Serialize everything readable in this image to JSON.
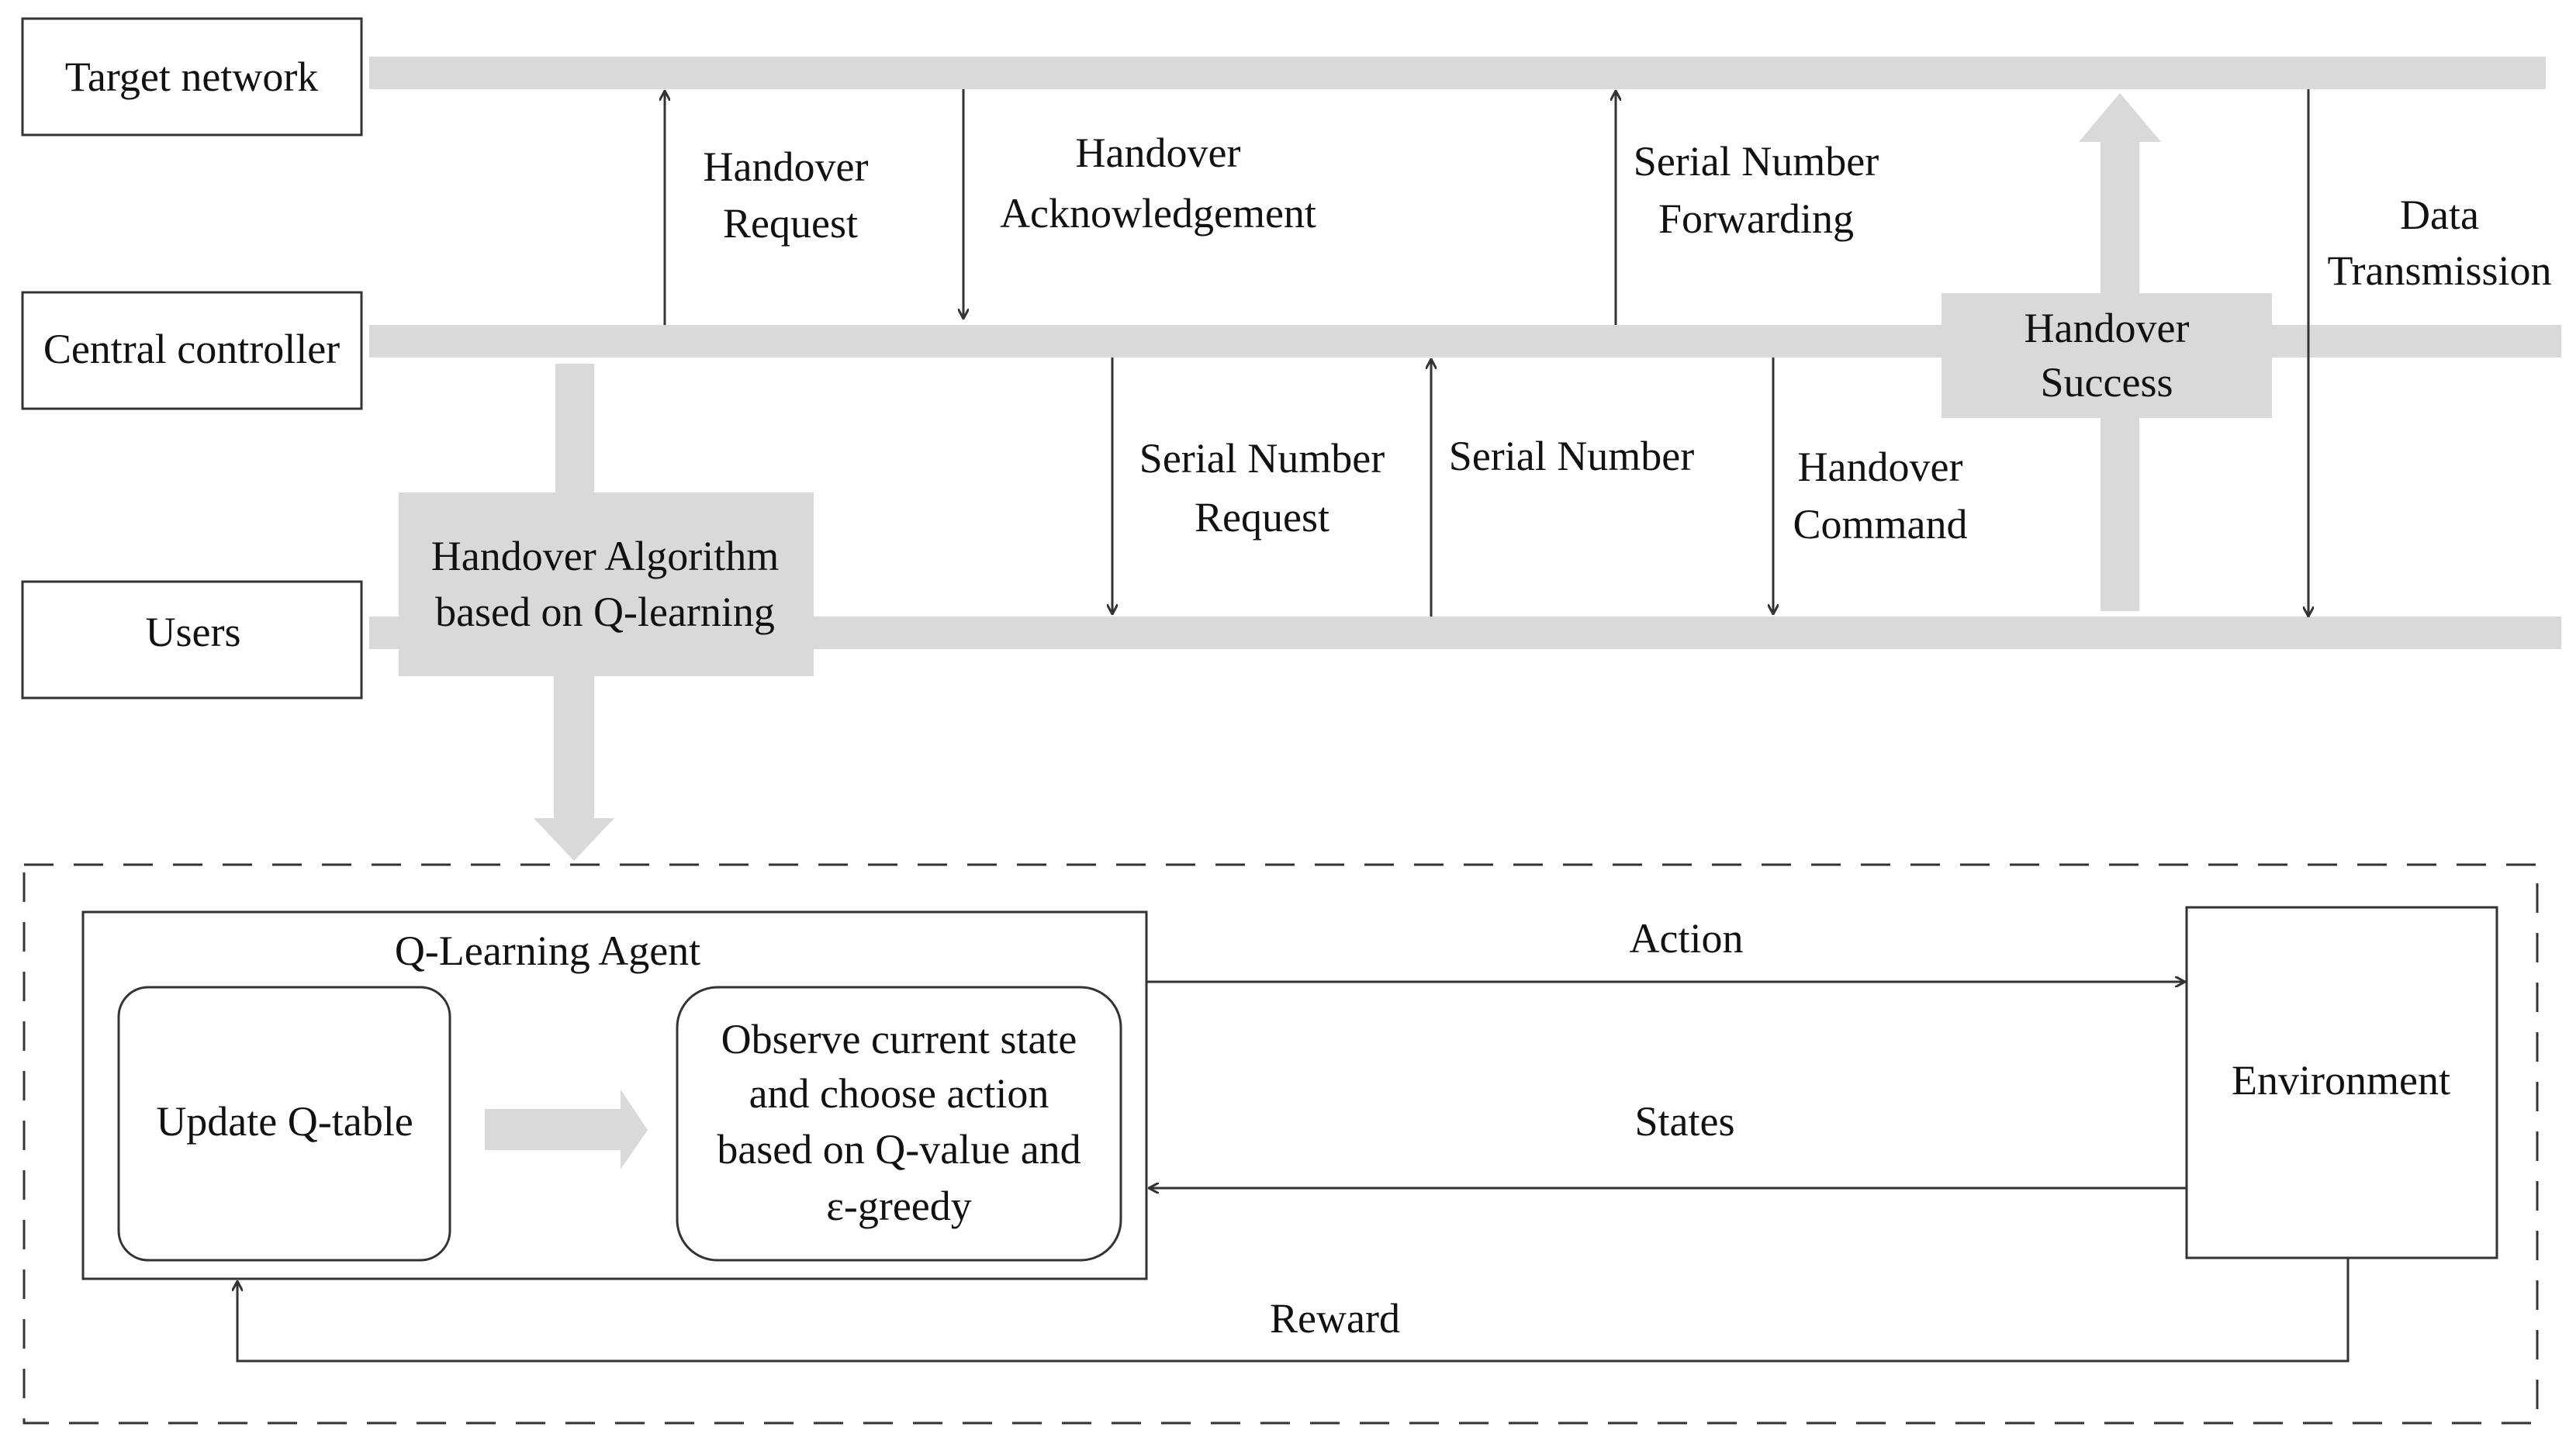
{
  "entities": {
    "target_network": "Target network",
    "central_controller": "Central controller",
    "users": "Users"
  },
  "messages": {
    "handover_request": [
      "Handover",
      "Request"
    ],
    "handover_ack": [
      "Handover",
      "Acknowledgement"
    ],
    "serial_number_forwarding": [
      "Serial Number",
      "Forwarding"
    ],
    "data_transmission": [
      "Data",
      "Transmission"
    ],
    "serial_number_request": [
      "Serial Number",
      "Request"
    ],
    "serial_number": "Serial Number",
    "handover_command": [
      "Handover",
      "Command"
    ]
  },
  "boxes": {
    "handover_success": [
      "Handover",
      "Success"
    ],
    "handover_algorithm": [
      "Handover Algorithm",
      "based on Q-learning"
    ]
  },
  "qlearning": {
    "agent_title": "Q-Learning Agent",
    "update_qtable": "Update Q-table",
    "observe": [
      "Observe current state",
      "and choose action",
      "based on Q-value and",
      "ε-greedy"
    ],
    "environment": "Environment",
    "action": "Action",
    "states": "States",
    "reward": "Reward"
  },
  "colors": {
    "lane": "#d9d9d9",
    "line": "#333333",
    "box_fill": "#ffffff"
  }
}
